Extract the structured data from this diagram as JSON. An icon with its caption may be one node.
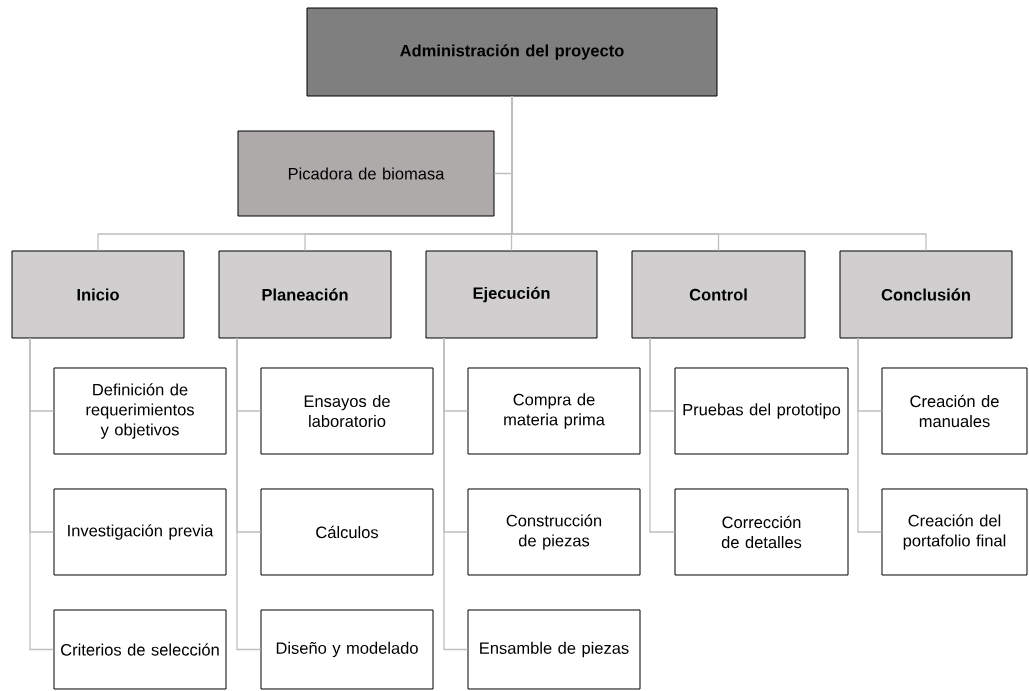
{
  "diagram": {
    "nodes": [
      {
        "text": [
          "Administración del proyecto"
        ]
      },
      {
        "text": [
          "Picadora de biomasa"
        ]
      },
      {
        "text": [
          "Inicio"
        ]
      },
      {
        "text": [
          "Definición de requerimientos y objetivos"
        ]
      },
      {
        "text": [
          "Investigación previa"
        ]
      },
      {
        "text": [
          "Criterios de selección"
        ]
      },
      {
        "text": [
          "Planeación"
        ]
      },
      {
        "text": [
          "Ensayos de laboratorio"
        ]
      },
      {
        "text": [
          "Cálculos"
        ]
      },
      {
        "text": [
          "Diseño y modelado"
        ]
      },
      {
        "text": [
          "Ejecución"
        ]
      },
      {
        "text": [
          "Compra de materia prima"
        ]
      },
      {
        "text": [
          "Construcción de piezas"
        ]
      },
      {
        "text": [
          "Ensamble de piezas"
        ]
      },
      {
        "text": [
          "Control"
        ]
      },
      {
        "text": [
          "Pruebas del prototipo"
        ]
      },
      {
        "text": [
          "Corrección de detalles"
        ]
      },
      {
        "text": [
          "Conclusión"
        ]
      },
      {
        "text": [
          "Creación de manuales"
        ]
      },
      {
        "text": [
          "Creación del portafolio final"
        ]
      }
    ],
    "edges": [
      {
        "from": 0,
        "to": 1,
        "arrow": "none"
      },
      {
        "from": 0,
        "to": 2,
        "arrow": "none"
      },
      {
        "from": 0,
        "to": 6,
        "arrow": "none"
      },
      {
        "from": 0,
        "to": 10,
        "arrow": "none"
      },
      {
        "from": 0,
        "to": 14,
        "arrow": "none"
      },
      {
        "from": 0,
        "to": 17,
        "arrow": "none"
      },
      {
        "from": 2,
        "to": 3,
        "arrow": "none"
      },
      {
        "from": 2,
        "to": 4,
        "arrow": "none"
      },
      {
        "from": 2,
        "to": 5,
        "arrow": "none"
      },
      {
        "from": 6,
        "to": 7,
        "arrow": "none"
      },
      {
        "from": 6,
        "to": 8,
        "arrow": "none"
      },
      {
        "from": 6,
        "to": 9,
        "arrow": "none"
      },
      {
        "from": 10,
        "to": 11,
        "arrow": "none"
      },
      {
        "from": 10,
        "to": 12,
        "arrow": "none"
      },
      {
        "from": 10,
        "to": 13,
        "arrow": "none"
      },
      {
        "from": 14,
        "to": 15,
        "arrow": "none"
      },
      {
        "from": 14,
        "to": 16,
        "arrow": "none"
      },
      {
        "from": 17,
        "to": 18,
        "arrow": "none"
      },
      {
        "from": 17,
        "to": 19,
        "arrow": "none"
      }
    ]
  }
}
